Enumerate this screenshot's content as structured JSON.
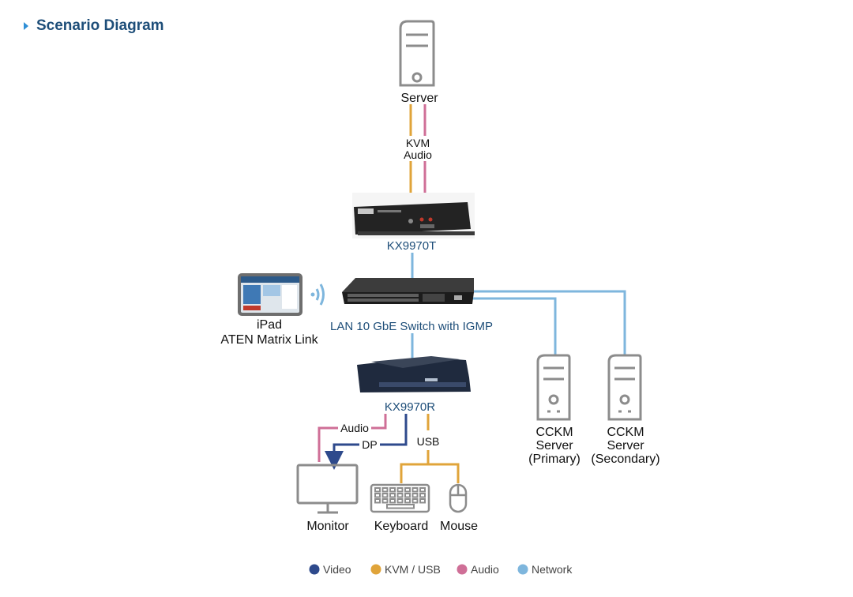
{
  "title": "Scenario Diagram",
  "devices": {
    "server": "Server",
    "tx": "KX9970T",
    "switch": "LAN 10 GbE Switch with IGMP",
    "rx": "KX9970R",
    "ipad_line1": "iPad",
    "ipad_line2": "ATEN Matrix Link",
    "cckm_primary": [
      "CCKM",
      "Server",
      "(Primary)"
    ],
    "cckm_secondary": [
      "CCKM",
      "Server",
      "(Secondary)"
    ],
    "monitor": "Monitor",
    "keyboard": "Keyboard",
    "mouse": "Mouse"
  },
  "connections": {
    "server_kvm": "KVM",
    "server_audio": "Audio",
    "rx_audio": "Audio",
    "rx_dp": "DP",
    "rx_usb": "USB"
  },
  "legend": [
    {
      "label": "Video",
      "color": "#2e4a8c"
    },
    {
      "label": "KVM / USB",
      "color": "#e0a43a"
    },
    {
      "label": "Audio",
      "color": "#cf6f97"
    },
    {
      "label": "Network",
      "color": "#7eb6dd"
    }
  ],
  "colors": {
    "video": "#2e4a8c",
    "kvm": "#e0a43a",
    "audio": "#cf6f97",
    "network": "#7eb6dd",
    "device_outline": "#8c8c8c",
    "blue_label": "#1e4e79"
  }
}
